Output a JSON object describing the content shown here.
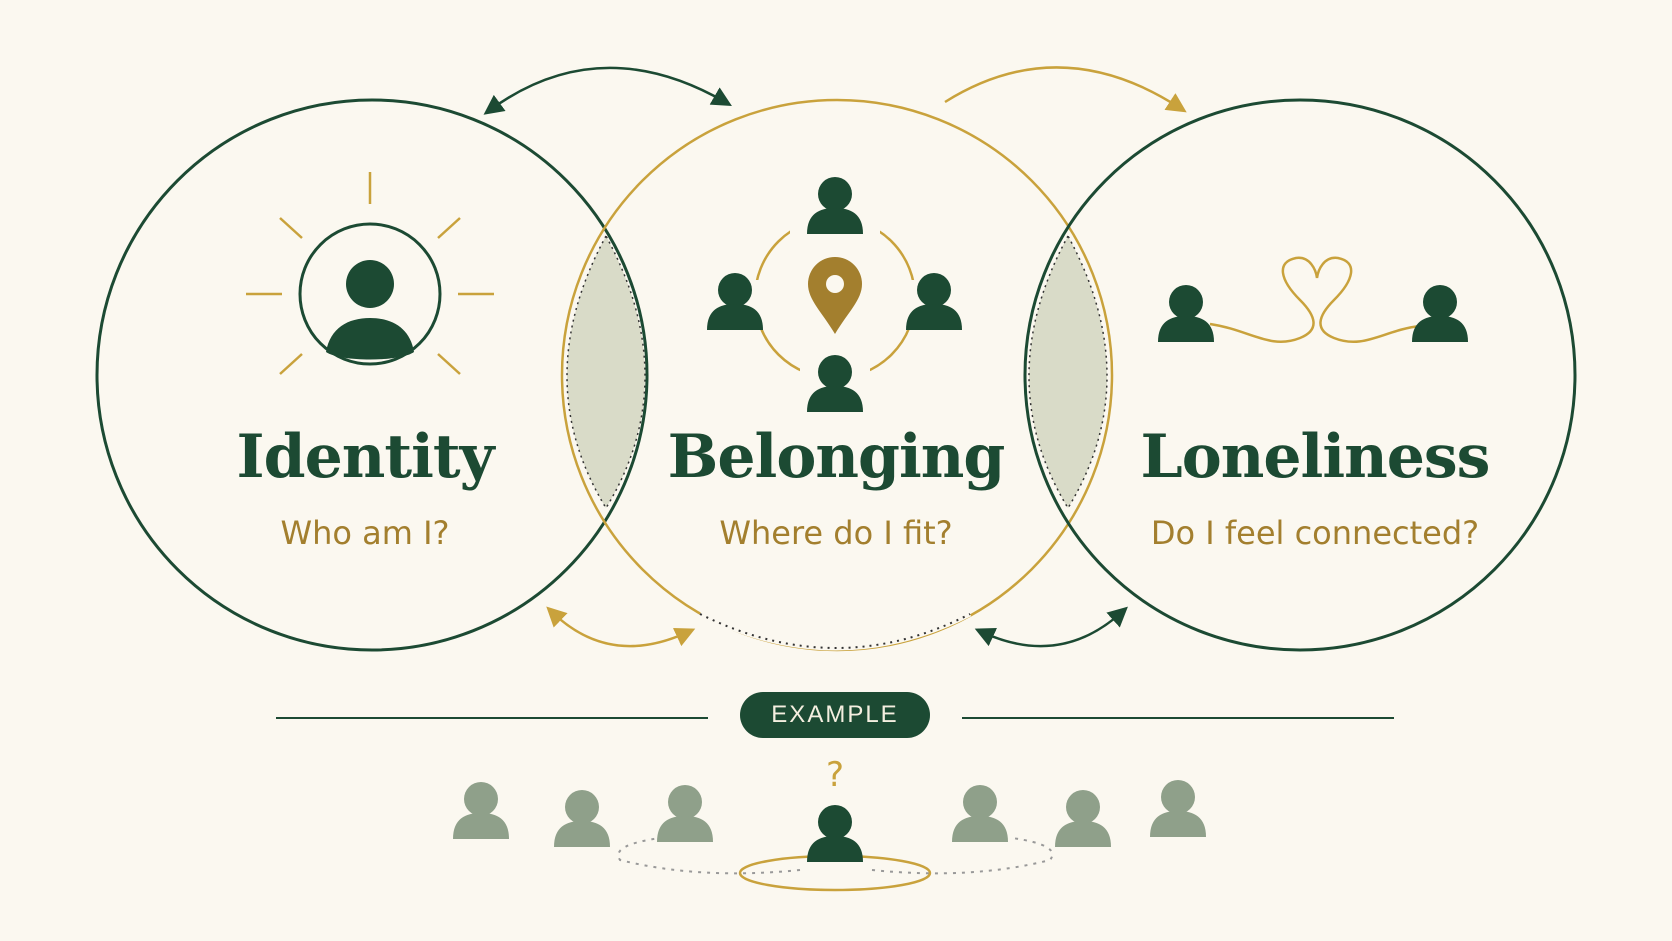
{
  "colors": {
    "background": "#fbf8f0",
    "dark_green": "#1c4a33",
    "gold": "#c9a23c",
    "gold_text": "#a37f2e",
    "sage": "#8fa08a",
    "overlap_fill": "#d9dbc8"
  },
  "circles": [
    {
      "id": "identity",
      "title": "Identity",
      "subtitle": "Who am I?",
      "icon": "person-sun-icon"
    },
    {
      "id": "belonging",
      "title": "Belonging",
      "subtitle": "Where do I fit?",
      "icon": "group-location-icon"
    },
    {
      "id": "loneliness",
      "title": "Loneliness",
      "subtitle": "Do I feel connected?",
      "icon": "heart-thread-icon"
    }
  ],
  "example": {
    "label": "EXAMPLE",
    "question_mark": "?"
  }
}
